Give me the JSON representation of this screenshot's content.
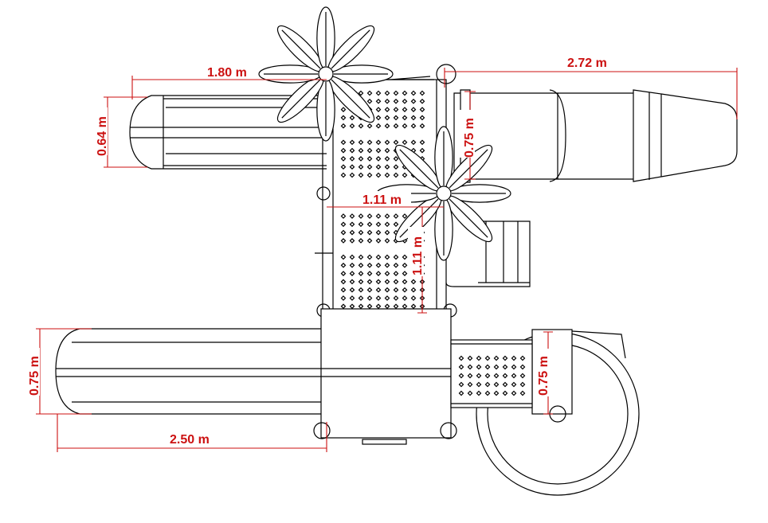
{
  "colors": {
    "line": "#000000",
    "dimension": "#cc1111",
    "background": "#ffffff"
  },
  "dimensions": {
    "top_slide_length": "1.80 m",
    "top_slide_width": "0.64 m",
    "tube_slide_length": "2.72 m",
    "tube_slide_width": "0.75 m",
    "deck_width": "1.11 m",
    "deck_depth": "1.11 m",
    "bottom_slide_width": "0.75 m",
    "bottom_slide_length": "2.50 m",
    "bridge_width": "0.75 m"
  }
}
